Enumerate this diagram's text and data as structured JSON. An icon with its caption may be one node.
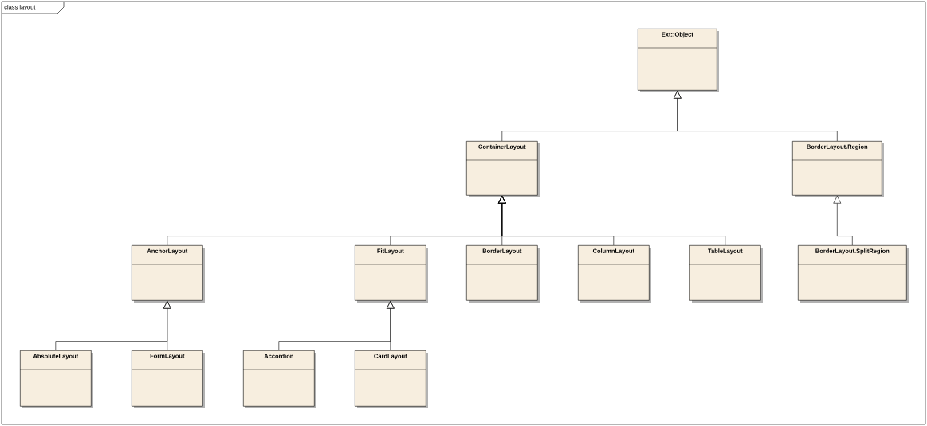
{
  "diagram": {
    "title": "class layout",
    "nodes": [
      {
        "text": [
          "Ext::Object"
        ]
      },
      {
        "text": [
          "ContainerLayout"
        ]
      },
      {
        "text": [
          "BorderLayout.Region"
        ]
      },
      {
        "text": [
          "AnchorLayout"
        ]
      },
      {
        "text": [
          "FitLayout"
        ]
      },
      {
        "text": [
          "BorderLayout"
        ]
      },
      {
        "text": [
          "ColumnLayout"
        ]
      },
      {
        "text": [
          "TableLayout"
        ]
      },
      {
        "text": [
          "BorderLayout.SplitRegion"
        ]
      },
      {
        "text": [
          "AbsoluteLayout"
        ]
      },
      {
        "text": [
          "FormLayout"
        ]
      },
      {
        "text": [
          "Accordion"
        ]
      },
      {
        "text": [
          "CardLayout"
        ]
      }
    ],
    "edges": [
      {
        "from": 1,
        "to": 0,
        "arrow": "to"
      },
      {
        "from": 2,
        "to": 0,
        "arrow": "to"
      },
      {
        "from": 3,
        "to": 1,
        "arrow": "to"
      },
      {
        "from": 4,
        "to": 1,
        "arrow": "to"
      },
      {
        "from": 5,
        "to": 1,
        "arrow": "to"
      },
      {
        "from": 6,
        "to": 1,
        "arrow": "to"
      },
      {
        "from": 7,
        "to": 1,
        "arrow": "to"
      },
      {
        "from": 8,
        "to": 2,
        "arrow": "to"
      },
      {
        "from": 9,
        "to": 3,
        "arrow": "to"
      },
      {
        "from": 10,
        "to": 3,
        "arrow": "to"
      },
      {
        "from": 11,
        "to": 4,
        "arrow": "to"
      },
      {
        "from": 12,
        "to": 4,
        "arrow": "to"
      }
    ]
  }
}
